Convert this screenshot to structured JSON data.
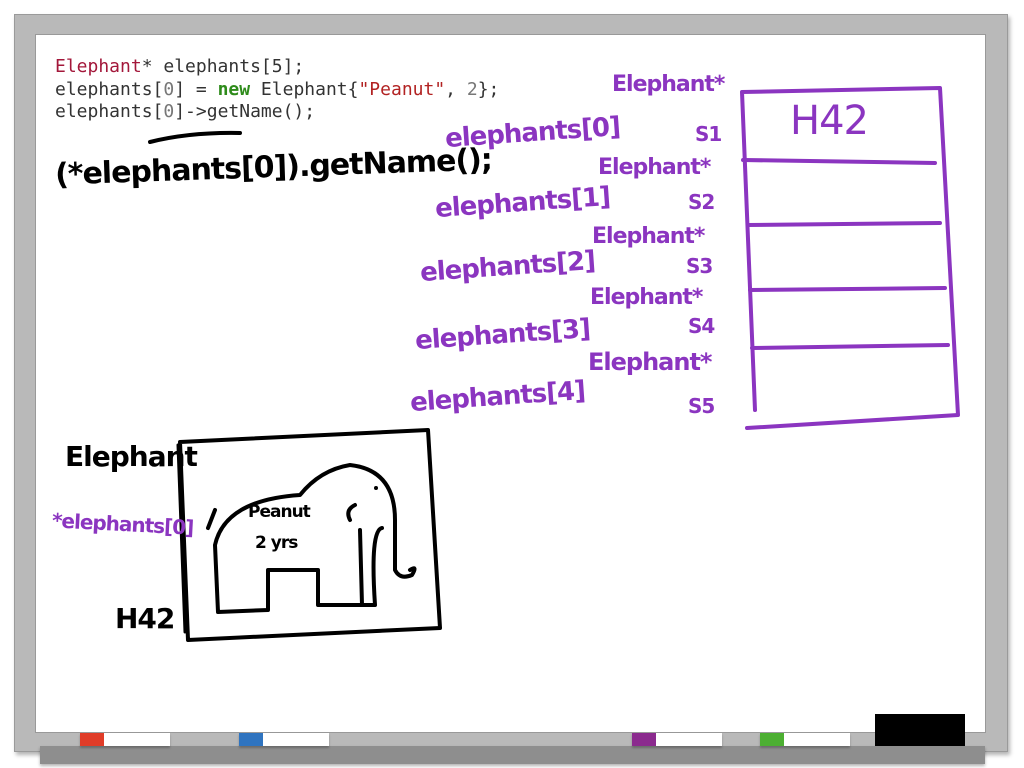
{
  "code": {
    "line1": {
      "type": "Elephant",
      "rest": "* elephants[5];"
    },
    "line2": {
      "a": "elephants[",
      "idx": "0",
      "b": "] = ",
      "kw": "new",
      "c": " Elephant{",
      "str": "\"Peanut\"",
      "d": ", ",
      "num": "2",
      "e": "};"
    },
    "line3": {
      "a": "elephants[",
      "idx": "0",
      "b": "]->getName();"
    }
  },
  "handwriting": {
    "deref_call": "(*elephants[0]).getName();",
    "array_labels": [
      "elephants[0]",
      "elephants[1]",
      "elephants[2]",
      "elephants[3]",
      "elephants[4]"
    ],
    "type_labels": [
      "Elephant*",
      "Elephant*",
      "Elephant*",
      "Elephant*",
      "Elephant*"
    ],
    "addresses": [
      "S1",
      "S2",
      "S3",
      "S4",
      "S5"
    ],
    "slot0_value": "H42",
    "object_type": "Elephant",
    "object_alias": "*elephants[0]",
    "object_address": "H42",
    "object_name": "Peanut",
    "object_age": "2 yrs"
  },
  "colors": {
    "purple_ink": "#8b35c0",
    "black_ink": "#000000",
    "code_type": "#a3173a",
    "code_keyword": "#2e8b1a",
    "code_string": "#b22222"
  },
  "tray": {
    "markers": [
      {
        "color": "#e03c28"
      },
      {
        "color": "#2f74c0"
      },
      {
        "color": "#8b2a8e"
      },
      {
        "color": "#4caf32"
      }
    ],
    "eraser": "#000000"
  }
}
